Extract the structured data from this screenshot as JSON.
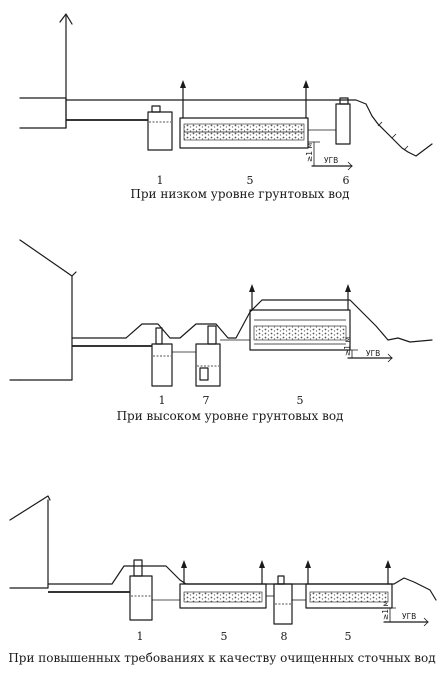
{
  "panels": [
    {
      "caption": "При низком уровне грунтовых вод",
      "labels": [
        "1",
        "5",
        "6"
      ],
      "gwl": "УГВ",
      "depth": "≥1 м"
    },
    {
      "caption": "При высоком уровне грунтовых вод",
      "labels": [
        "1",
        "7",
        "5"
      ],
      "gwl": "УГВ",
      "depth": "≥1 м"
    },
    {
      "caption": "При повышенных требованиях к качеству очищенных сточных вод",
      "labels": [
        "1",
        "5",
        "8",
        "5"
      ],
      "gwl": "УГВ",
      "depth": "≥1 м"
    }
  ]
}
